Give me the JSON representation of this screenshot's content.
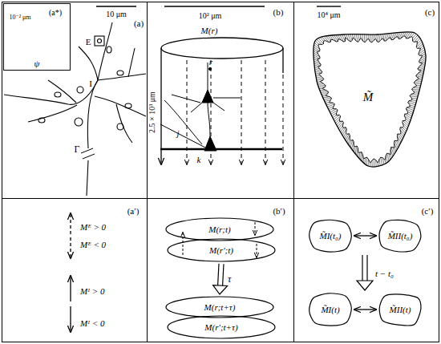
{
  "diagram": {
    "nodes": [
      {
        "text": [
          "(a)"
        ]
      },
      {
        "text": [
          "(a*)",
          "10⁻² μm"
        ],
        "in": 0
      },
      {
        "text": [
          "(b)"
        ]
      },
      {
        "text": [
          "M(r)",
          "r"
        ],
        "in": 2
      },
      {
        "text": [
          "(c)"
        ]
      },
      {
        "text": [
          "M̃"
        ],
        "in": 4
      },
      {
        "text": [
          "(a′)"
        ]
      },
      {
        "text": [
          "(b′)"
        ]
      },
      {
        "text": [
          "M(r;t)"
        ],
        "in": 7
      },
      {
        "text": [
          "M(r′;t)"
        ],
        "in": 7
      },
      {
        "text": [
          "M(r;t+τ)"
        ],
        "in": 7
      },
      {
        "text": [
          "M(r′;t+τ)"
        ],
        "in": 7
      },
      {
        "text": [
          "(c′)"
        ]
      },
      {
        "text": [
          "M̃I(t₀)"
        ],
        "in": 12
      },
      {
        "text": [
          "M̃II(t₀)"
        ],
        "in": 12
      },
      {
        "text": [
          "M̃I(t)"
        ],
        "in": 12
      },
      {
        "text": [
          "M̃II(t)"
        ],
        "in": 12
      }
    ],
    "edges": [
      {
        "from": 9,
        "to": 10,
        "label": "τ",
        "arrow": "to"
      },
      {
        "from": 13,
        "to": 14,
        "arrow": "both"
      },
      {
        "from": 15,
        "to": 16,
        "arrow": "both"
      }
    ],
    "labels": [
      "10 μm",
      "E",
      "I",
      "Γ",
      "ψ",
      "10² μm",
      "2.5 × 10³ μm",
      "j",
      "k",
      "10⁴ μm",
      "Mᴱ > 0",
      "Mᴱ < 0",
      "Mᴵ > 0",
      "Mᴵ < 0",
      "t − t₀"
    ]
  }
}
